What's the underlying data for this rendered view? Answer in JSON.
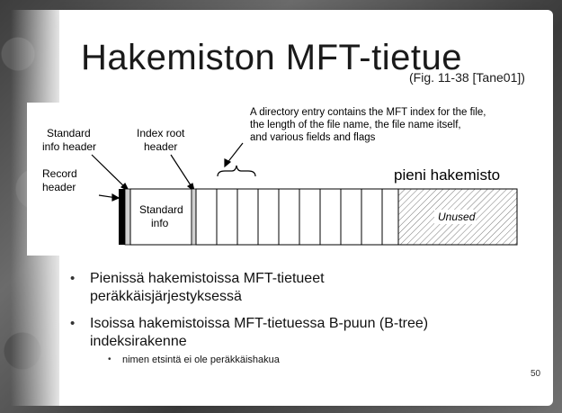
{
  "slide": {
    "title": "Hakemiston MFT-tietue",
    "reference": "(Fig. 11-38 [Tane01])",
    "page_number": "50"
  },
  "diagram": {
    "labels": {
      "standard_info_header": [
        "Standard",
        "info header"
      ],
      "index_root_header": [
        "Index root",
        "header"
      ],
      "record_header": [
        "Record",
        "header"
      ],
      "standard_info_box": [
        "Standard",
        "info"
      ],
      "unused": "Unused",
      "small_directory": "pieni hakemisto",
      "directory_entry_note": [
        "A directory entry contains the MFT index for the file,",
        "the length of the file name, the file name itself,",
        "and various fields and flags"
      ]
    }
  },
  "bullets": [
    {
      "text_lines": [
        "Pienissä hakemistoissa MFT-tietueet",
        "peräkkäisjärjestyksessä"
      ]
    },
    {
      "text_lines": [
        "Isoissa hakemistoissa MFT-tietuessa B-puun (B-tree)",
        "indeksirakenne"
      ],
      "sub": [
        "nimen etsintä ei ole peräkkäishakua"
      ]
    }
  ]
}
